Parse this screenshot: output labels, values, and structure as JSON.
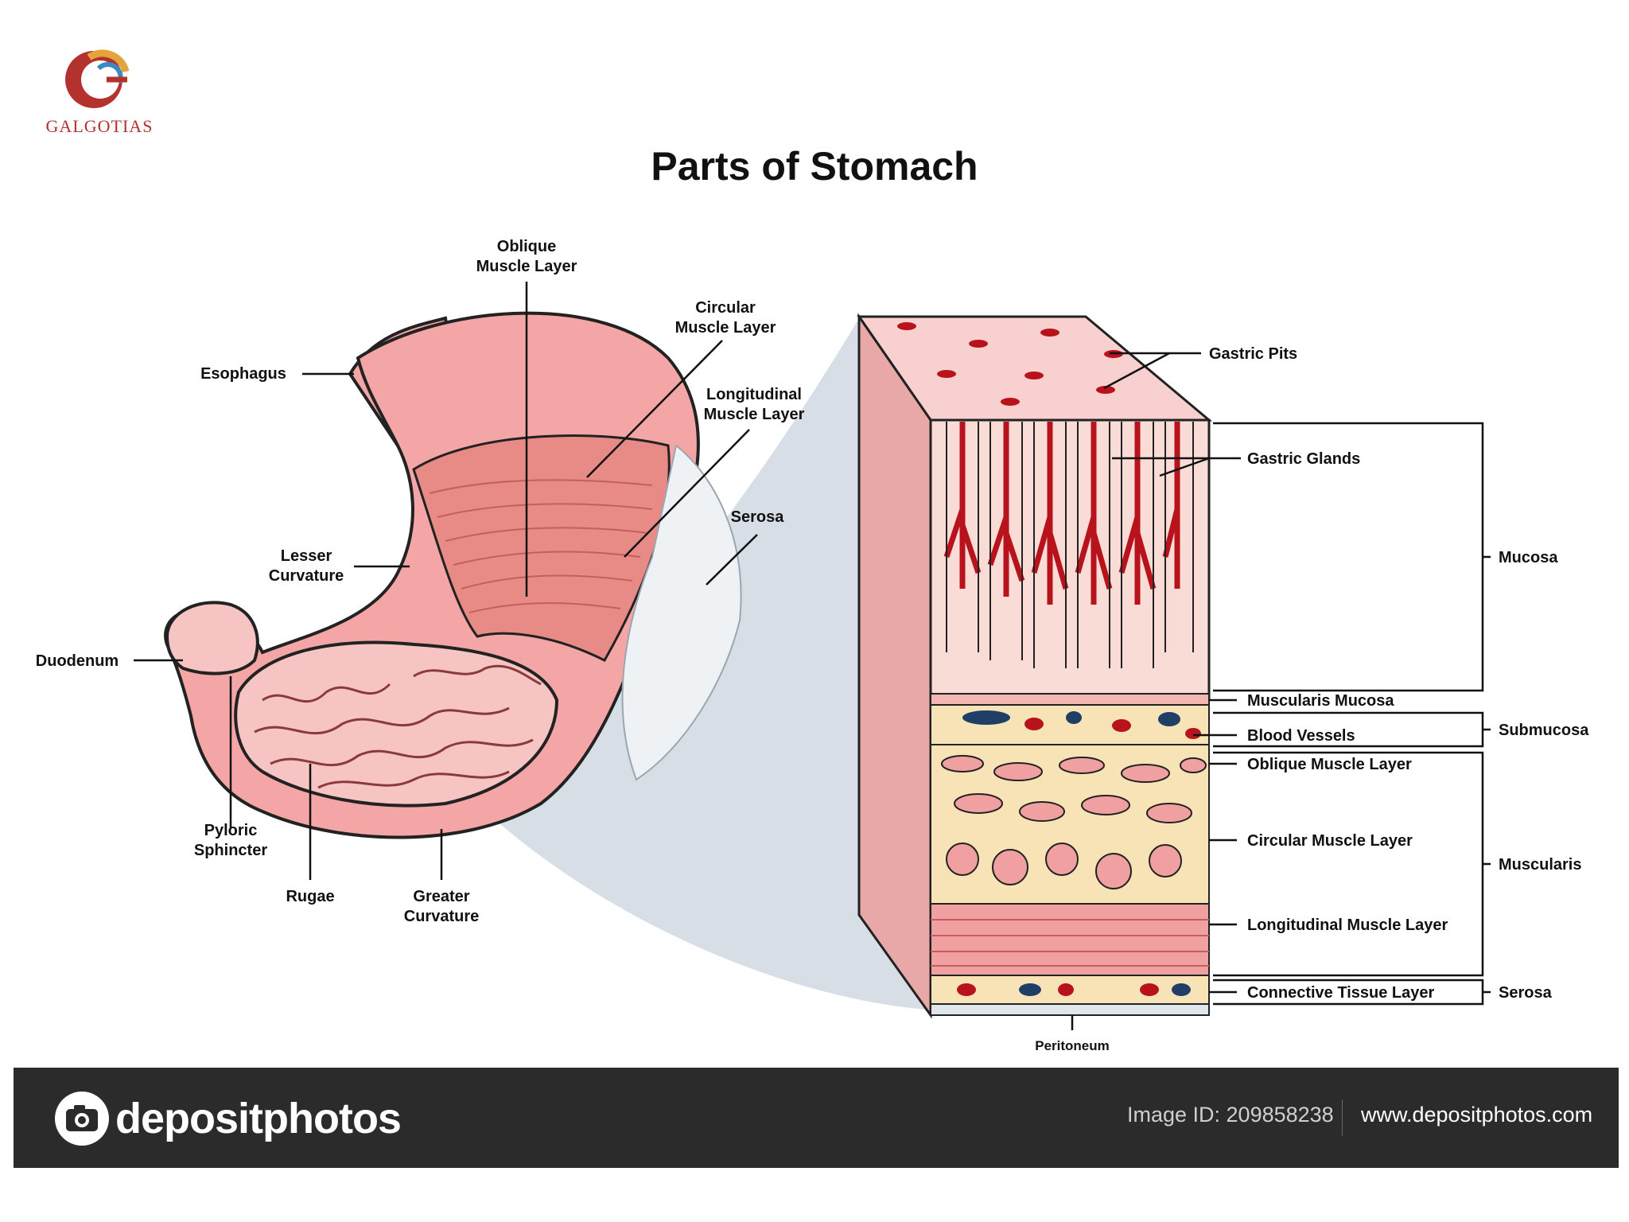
{
  "brand": {
    "name": "GALGOTIAS"
  },
  "title": "Parts of Stomach",
  "labels": {
    "oblique_1": "Oblique",
    "oblique_2": "Muscle Layer",
    "circular_1": "Circular",
    "circular_2": "Muscle Layer",
    "longitudinal_1": "Longitudinal",
    "longitudinal_2": "Muscle Layer",
    "esophagus": "Esophagus",
    "serosa": "Serosa",
    "lesser_1": "Lesser",
    "lesser_2": "Curvature",
    "duodenum": "Duodenum",
    "pyloric_1": "Pyloric",
    "pyloric_2": "Sphincter",
    "rugae": "Rugae",
    "greater_1": "Greater",
    "greater_2": "Curvature",
    "gastric_pits": "Gastric Pits",
    "gastric_glands": "Gastric Glands",
    "mucosa": "Mucosa",
    "muscularis_mucosa": "Muscularis Mucosa",
    "blood_vessels": "Blood Vessels",
    "submucosa": "Submucosa",
    "oblique_layer": "Oblique Muscle Layer",
    "circular_layer": "Circular Muscle Layer",
    "muscularis": "Muscularis",
    "longitudinal_layer": "Longitudinal Muscle Layer",
    "connective_layer": "Connective Tissue Layer",
    "serosa_group": "Serosa",
    "peritoneum": "Peritoneum"
  },
  "footer": {
    "brand": "depositphotos",
    "image_id": "Image ID: 209858238",
    "site": "www.depositphotos.com"
  },
  "colors": {
    "stomach_pink": "#f4a6a6",
    "muscle": "#e88a86",
    "rugae": "#f7c4c4",
    "vessel_red": "#b8121c",
    "vein_blue": "#1f3f66",
    "submucosa_yellow": "#f7e3b5",
    "shade_blue": "#c9d3dd",
    "logo_red": "#b4322e",
    "logo_gold": "#e3a43b"
  }
}
